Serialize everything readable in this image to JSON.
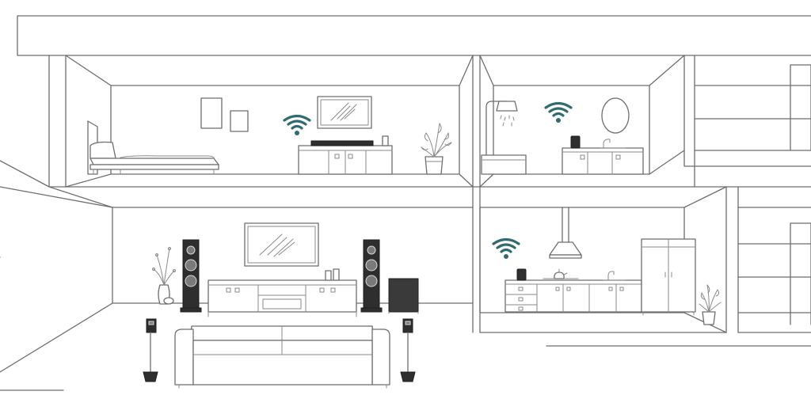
{
  "scene": {
    "style": "line-art illustration",
    "wifi_color": "#2f6b72",
    "line_color": "#6e6e6e",
    "speaker_color": "#2e2e2e"
  },
  "rooms": [
    {
      "id": "bedroom",
      "icons": [
        "bed-icon",
        "wall-frame-icon",
        "tv-icon",
        "soundbar-icon",
        "plant-icon",
        "wifi-icon"
      ]
    },
    {
      "id": "bathroom",
      "icons": [
        "shower-icon",
        "bathtub-icon",
        "mirror-icon",
        "smart-speaker-icon",
        "wifi-icon"
      ]
    },
    {
      "id": "living-room",
      "icons": [
        "tv-icon",
        "floor-speaker-icon",
        "subwoofer-icon",
        "sofa-icon",
        "bookshelf-speaker-icon",
        "vase-icon"
      ]
    },
    {
      "id": "kitchen",
      "icons": [
        "range-hood-icon",
        "kettle-icon",
        "smart-speaker-icon",
        "fridge-icon",
        "plant-icon",
        "wifi-icon"
      ]
    }
  ]
}
